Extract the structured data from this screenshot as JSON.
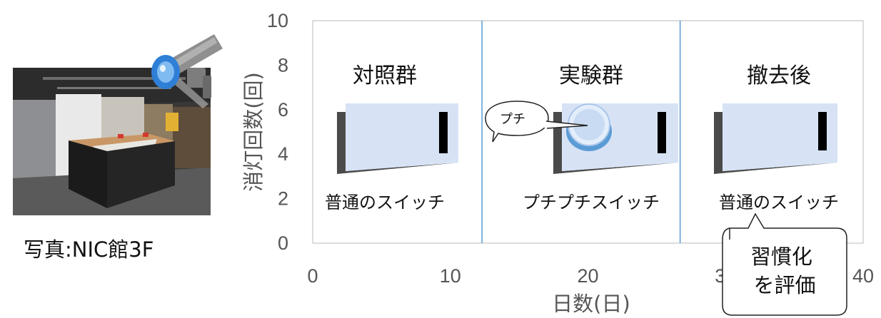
{
  "photo": {
    "caption": "写真:NIC館3F"
  },
  "chart_data": {
    "type": "line",
    "xlabel": "日数(日)",
    "ylabel": "消灯回数(回)",
    "xlim": [
      0,
      40
    ],
    "ylim": [
      0,
      10
    ],
    "x_ticks": [
      "0",
      "10",
      "20",
      "30",
      "40"
    ],
    "y_ticks": [
      "0",
      "2",
      "4",
      "6",
      "8",
      "10"
    ],
    "grid": false,
    "period_boundaries": [
      12.3,
      26.7
    ],
    "series": []
  },
  "phases": [
    {
      "title": "対照群",
      "switch_label": "普通のスイッチ"
    },
    {
      "title": "実験群",
      "switch_label": "プチプチスイッチ"
    },
    {
      "title": "撤去後",
      "switch_label": "普通のスイッチ"
    }
  ],
  "bubble": {
    "text": "プチ"
  },
  "callout": {
    "text": "習慣化\nを評価"
  },
  "colors": {
    "frame": "#b9b9b9",
    "divider": "#5b9bd5",
    "switch_plate": "#d7e3f5",
    "switch_shadow": "#4a4a4a",
    "bubble_fill": "#a9c6ea",
    "camera_blue": "#2f7fd6"
  }
}
